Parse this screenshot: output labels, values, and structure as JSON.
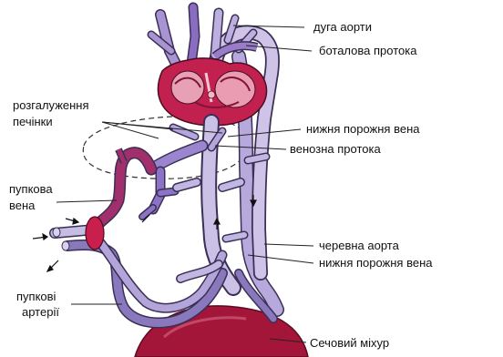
{
  "diagram": {
    "labels": {
      "aortic_arch": "дуга аорти",
      "ductus_arteriosus": "боталова протока",
      "liver_branches_line1": "розгалуження",
      "liver_branches_line2": "печінки",
      "inferior_vena_cava_upper": "нижня порожня вена",
      "ductus_venosus": "венозна протока",
      "umbilical_vein_line1": "пупкова",
      "umbilical_vein_line2": "вена",
      "abdominal_aorta": "черевна аорта",
      "inferior_vena_cava_lower": "нижня порожня вена",
      "umbilical_arteries_line1": "пупкові",
      "umbilical_arteries_line2": "артерії",
      "bladder": "Сечовий міхур"
    },
    "colors": {
      "vessel_violet": "#9a86c4",
      "vessel_light": "#c9bde3",
      "vessel_purple": "#7d4fa0",
      "vessel_magenta": "#b0296a",
      "heart_red": "#c2204f",
      "heart_light": "#e995ad",
      "bladder_red": "#9e1838",
      "outline": "#3a2f55"
    }
  }
}
